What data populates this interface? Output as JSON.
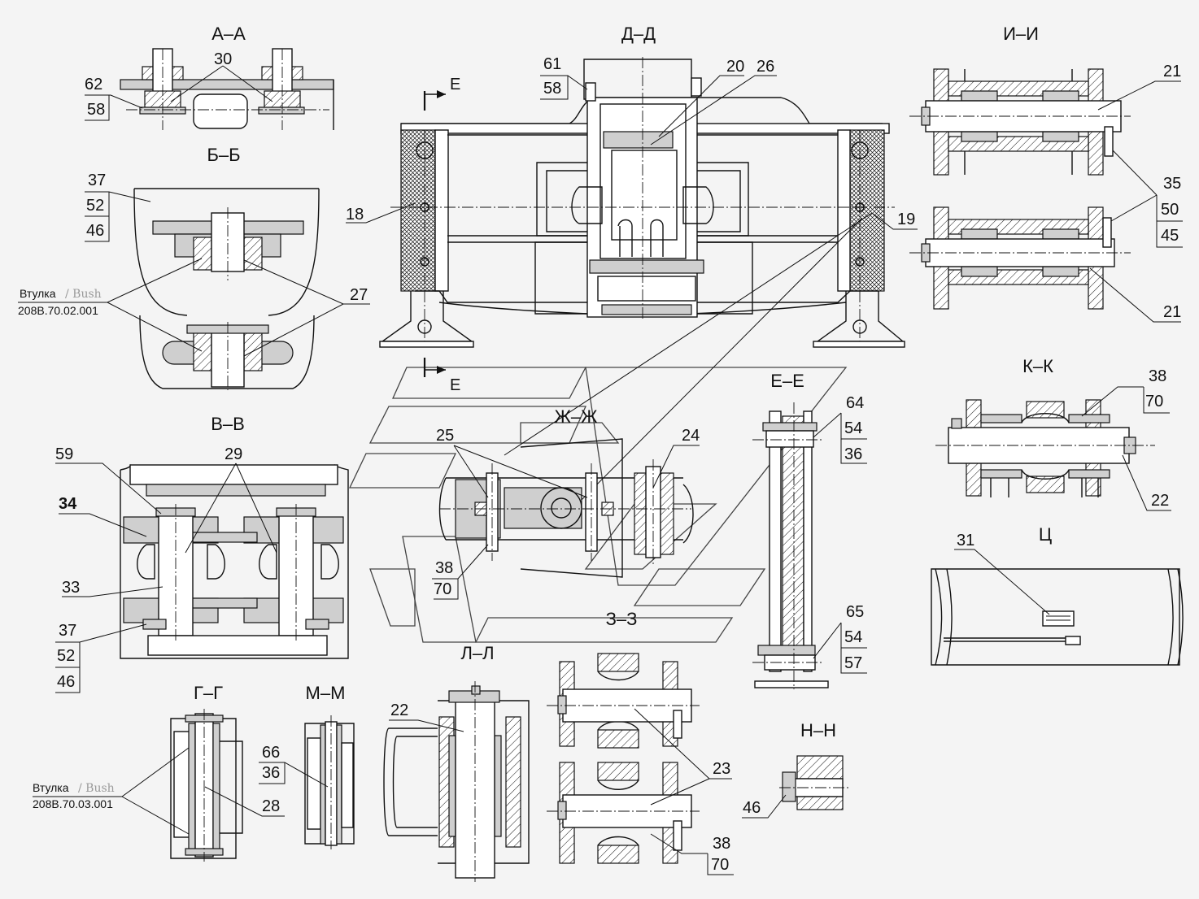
{
  "sections": {
    "aa": "А–А",
    "bb": "Б–Б",
    "vv": "В–В",
    "gg": "Г–Г",
    "mm": "М–М",
    "dd": "Д–Д",
    "ii": "И–И",
    "kk": "К–К",
    "ts": "Ц",
    "ee": "Е–Е",
    "zhzh": "Ж–Ж",
    "ll": "Л–Л",
    "zz": "З–З",
    "nn": "Н–Н"
  },
  "cut_marker": "Е",
  "bush": {
    "ru": "Втулка",
    "en": "/ Bush",
    "code1": "208В.70.02.001",
    "code2": "208В.70.03.001"
  },
  "callouts": {
    "aa_30": "30",
    "aa_62": "62",
    "aa_58": "58",
    "bb_37": "37",
    "bb_52": "52",
    "bb_46": "46",
    "bb_27": "27",
    "vv_59": "59",
    "vv_29": "29",
    "vv_34": "34",
    "vv_33": "33",
    "vv_37": "37",
    "vv_52": "52",
    "vv_46": "46",
    "gg_28": "28",
    "mm_66": "66",
    "mm_36": "36",
    "dd_61": "61",
    "dd_58": "58",
    "dd_20": "20",
    "dd_26": "26",
    "dd_18": "18",
    "dd_19": "19",
    "ii_21a": "21",
    "ii_35": "35",
    "ii_50": "50",
    "ii_45": "45",
    "ii_21b": "21",
    "kk_38": "38",
    "kk_70": "70",
    "kk_22": "22",
    "ts_31": "31",
    "ee_64": "64",
    "ee_54a": "54",
    "ee_36": "36",
    "ee_65": "65",
    "ee_54b": "54",
    "ee_57": "57",
    "zh_25": "25",
    "zh_24": "24",
    "zh_38": "38",
    "zh_70": "70",
    "ll_22": "22",
    "zz_23": "23",
    "zz_38": "38",
    "zz_70": "70",
    "nn_46": "46"
  }
}
